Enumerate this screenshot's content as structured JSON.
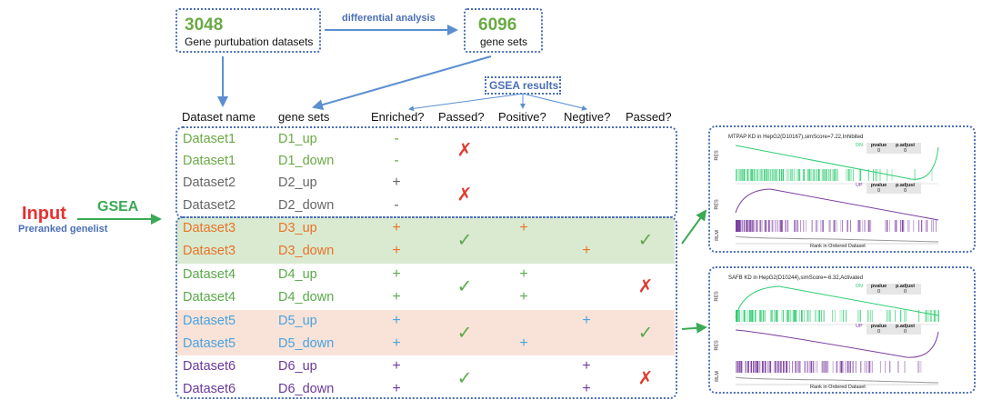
{
  "top": {
    "datasets_count": "3048",
    "datasets_label": "Gene purtubation datasets",
    "arrow_label": "differential analysis",
    "genesets_count": "6096",
    "genesets_label": "gene sets",
    "gsea_results": "GSEA results"
  },
  "input": {
    "title": "Input",
    "subtitle": "Preranked genelist",
    "arrow_label": "GSEA"
  },
  "headers": [
    "Dataset name",
    "gene sets",
    "Enriched?",
    "Passed?",
    "Positive?",
    "Negtive?",
    "Passed?"
  ],
  "colors": {
    "green": "#6aaa45",
    "gray": "#666666",
    "orange": "#e8742a",
    "blue": "#4aa3df",
    "purple": "#6b3a9c",
    "check": "#5aaa4a",
    "cross": "#e03a2f",
    "band_green": "#d9ead0",
    "band_pink": "#f9e3d8"
  },
  "rows": [
    {
      "dataset": "Dataset1",
      "geneset": "D1_up",
      "enriched": "-",
      "positive": "",
      "negative": "",
      "color": "#6aaa45"
    },
    {
      "dataset": "Dataset1",
      "geneset": "D1_down",
      "enriched": "-",
      "positive": "",
      "negative": "",
      "color": "#6aaa45"
    },
    {
      "dataset": "Dataset2",
      "geneset": "D2_up",
      "enriched": "+",
      "positive": "",
      "negative": "",
      "color": "#666666"
    },
    {
      "dataset": "Dataset2",
      "geneset": "D2_down",
      "enriched": "-",
      "positive": "",
      "negative": "",
      "color": "#666666"
    },
    {
      "dataset": "Dataset3",
      "geneset": "D3_up",
      "enriched": "+",
      "positive": "+",
      "negative": "",
      "color": "#e8742a"
    },
    {
      "dataset": "Dataset3",
      "geneset": "D3_down",
      "enriched": "+",
      "positive": "",
      "negative": "+",
      "color": "#e8742a"
    },
    {
      "dataset": "Dataset4",
      "geneset": "D4_up",
      "enriched": "+",
      "positive": "+",
      "negative": "",
      "color": "#5aaa4a"
    },
    {
      "dataset": "Dataset4",
      "geneset": "D4_down",
      "enriched": "+",
      "positive": "+",
      "negative": "",
      "color": "#5aaa4a"
    },
    {
      "dataset": "Dataset5",
      "geneset": "D5_up",
      "enriched": "+",
      "positive": "",
      "negative": "+",
      "color": "#4aa3df"
    },
    {
      "dataset": "Dataset5",
      "geneset": "D5_down",
      "enriched": "+",
      "positive": "+",
      "negative": "",
      "color": "#4aa3df"
    },
    {
      "dataset": "Dataset6",
      "geneset": "D6_up",
      "enriched": "+",
      "positive": "",
      "negative": "+",
      "color": "#6b3a9c"
    },
    {
      "dataset": "Dataset6",
      "geneset": "D6_down",
      "enriched": "+",
      "positive": "",
      "negative": "+",
      "color": "#6b3a9c"
    }
  ],
  "passed1": [
    "fail",
    "fail",
    "pass",
    "pass",
    "pass",
    "pass"
  ],
  "passed2": [
    "",
    "",
    "pass",
    "fail",
    "pass",
    "fail"
  ],
  "plots": [
    {
      "title": "MTPAP KD in HepG2(D10167),simScore=7.22,Inhibited",
      "top_label": "DN",
      "bottom_label": "UP",
      "xlabel": "Rank in Ordered Dataset",
      "ylabel_es": "RES",
      "ylabel_rlm": "RLM",
      "col1": "pvalue",
      "col2": "p.adjust",
      "v1": "0",
      "v2": "0"
    },
    {
      "title": "SAFB KD in HepG2(D10244),simScore=-6.32,Activated",
      "top_label": "DN",
      "bottom_label": "UP",
      "xlabel": "Rank in Ordered Dataset",
      "ylabel_es": "RES",
      "ylabel_rlm": "RLM",
      "col1": "pvalue",
      "col2": "p.adjust",
      "v1": "0",
      "v2": "0"
    }
  ]
}
